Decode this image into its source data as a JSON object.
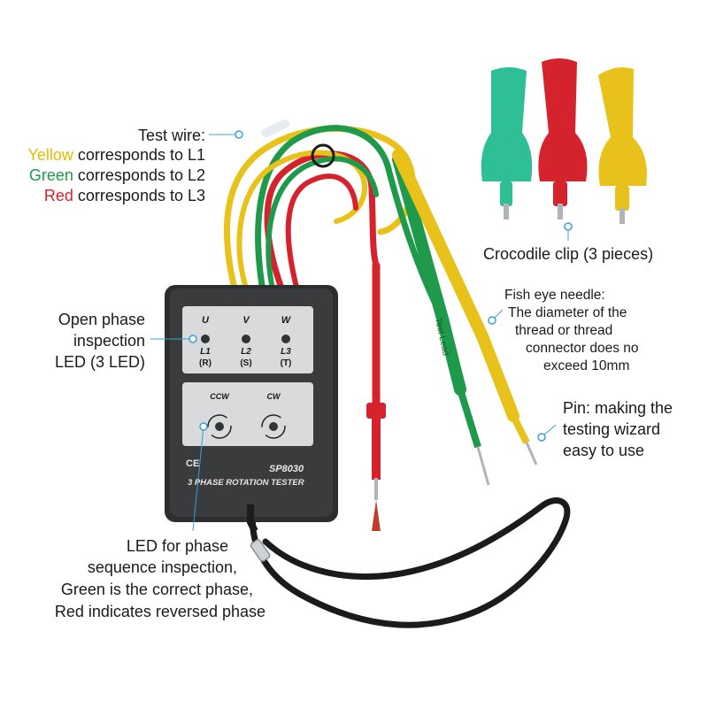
{
  "colors": {
    "yellow": "#e8c21a",
    "green": "#1e9a4a",
    "red": "#d5232e",
    "teal_clip": "#2fbf96",
    "pointer": "#3aa0d8",
    "device_body": "#3a3b3d",
    "panel": "#d9dadb",
    "strap": "#1b1b1b"
  },
  "test_wire": {
    "title": "Test wire:",
    "yellow_word": "Yellow",
    "yellow_rest": " corresponds to L1",
    "green_word": "Green",
    "green_rest": " corresponds to L2",
    "red_word": "Red",
    "red_rest": " corresponds to L3"
  },
  "open_phase": {
    "line1": "Open phase",
    "line2": "inspection",
    "line3": "LED (3 LED)"
  },
  "crocodile": {
    "label": "Crocodile clip (3 pieces)"
  },
  "fish_eye": {
    "line1": "Fish eye needle:",
    "line2": "The diameter of the",
    "line3": "thread or thread",
    "line4": "connector does no",
    "line5": "exceed 10mm"
  },
  "pin": {
    "line1": "Pin: making the",
    "line2": "testing wizard",
    "line3": "easy to use"
  },
  "led_phase": {
    "line1": "LED for phase",
    "line2": "sequence inspection,",
    "line3": "Green is the correct phase,",
    "line4": "Red indicates reversed phase"
  },
  "device": {
    "u": "U",
    "v": "V",
    "w": "W",
    "l1": "L1",
    "l2": "L2",
    "l3": "L3",
    "r": "(R)",
    "s": "(S)",
    "t": "(T)",
    "ccw": "CCW",
    "cw": "CW",
    "ce": "CE",
    "model": "SP8030",
    "name": "3 PHASE ROTATION TESTER",
    "probe_print": "Test Lead"
  }
}
